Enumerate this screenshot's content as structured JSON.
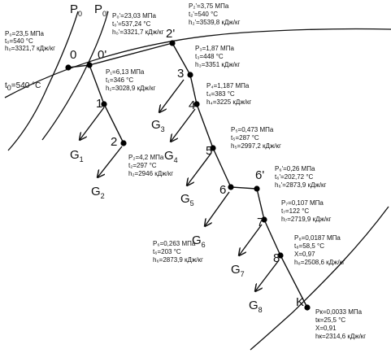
{
  "isobars": [
    {
      "id": "P0",
      "label": "P",
      "sub": "0"
    },
    {
      "id": "P0p",
      "label": "P",
      "sub": "0'"
    }
  ],
  "isotherm": {
    "label": "t",
    "sub": "0",
    "value": "=540 °C"
  },
  "points": [
    {
      "id": "0",
      "label": "0"
    },
    {
      "id": "0p",
      "label": "0'"
    },
    {
      "id": "1",
      "label": "1"
    },
    {
      "id": "2",
      "label": "2"
    },
    {
      "id": "2p",
      "label": "2'"
    },
    {
      "id": "3",
      "label": "3"
    },
    {
      "id": "4",
      "label": "4"
    },
    {
      "id": "5",
      "label": "5"
    },
    {
      "id": "6",
      "label": "6"
    },
    {
      "id": "6p",
      "label": "6'"
    },
    {
      "id": "7",
      "label": "7"
    },
    {
      "id": "8",
      "label": "8"
    },
    {
      "id": "K",
      "label": "K"
    }
  ],
  "branches": [
    {
      "id": "G1",
      "label": "G",
      "sub": "1"
    },
    {
      "id": "G2",
      "label": "G",
      "sub": "2"
    },
    {
      "id": "G3",
      "label": "G",
      "sub": "3"
    },
    {
      "id": "G4",
      "label": "G",
      "sub": "4"
    },
    {
      "id": "G5",
      "label": "G",
      "sub": "5"
    },
    {
      "id": "G6",
      "label": "G",
      "sub": "6"
    },
    {
      "id": "G7",
      "label": "G",
      "sub": "7"
    },
    {
      "id": "G8",
      "label": "G",
      "sub": "8"
    }
  ],
  "params": {
    "p0": [
      "P₀=23,5 МПа",
      "t₀=540 °С",
      "h₀=3321,7 кДж/кг"
    ],
    "p0p": [
      "P₀'=23,03 МПа",
      "t₀'=537,24 °С",
      "h₀'=3321,7 кДж/кг"
    ],
    "p1": [
      "P₁=6,13 МПа",
      "t₁=346 °С",
      "h₁=3028,9 кДж/кг"
    ],
    "p2": [
      "P₂=4,2 МПа",
      "t₂=297 °С",
      "h₂=2946 кДж/кг"
    ],
    "p2p": [
      "P₂'=3,75 МПа",
      "t₂'=540 °С",
      "h₂'=3539,8 кДж/кг"
    ],
    "p3": [
      "P₃=1,87 МПа",
      "t₃=448 °С",
      "h₃=3351 кДж/кг"
    ],
    "p4": [
      "P₄=1,187 МПа",
      "t₄=383 °С",
      "h₄=3225 кДж/кг"
    ],
    "p5": [
      "P₅=0,473 МПа",
      "t₅=287 °С",
      "h₅=2997,2 кДж/кг"
    ],
    "p6p": [
      "P₆'=0,26 МПа",
      "t₆'=202,72 °С",
      "h₆'=2873,9 кДж/кг"
    ],
    "p6": [
      "P₆=0,263 МПа",
      "t₆=203 °С",
      "h₆=2873,9 кДж/кг"
    ],
    "p7": [
      "P₇=0,107 МПа",
      "t₇=122 °С",
      "h₇=2719,9 кДж/кг"
    ],
    "p8": [
      "P₈=0,0187 МПа",
      "t₈=58,5 °С",
      "X=0,97",
      "h₈=2508,6 кДж/кг"
    ],
    "pk": [
      "Pк=0,0033 МПа",
      "tк=25,5 °С",
      "X=0,91",
      "hк=2314,6 кДж/кг"
    ]
  }
}
